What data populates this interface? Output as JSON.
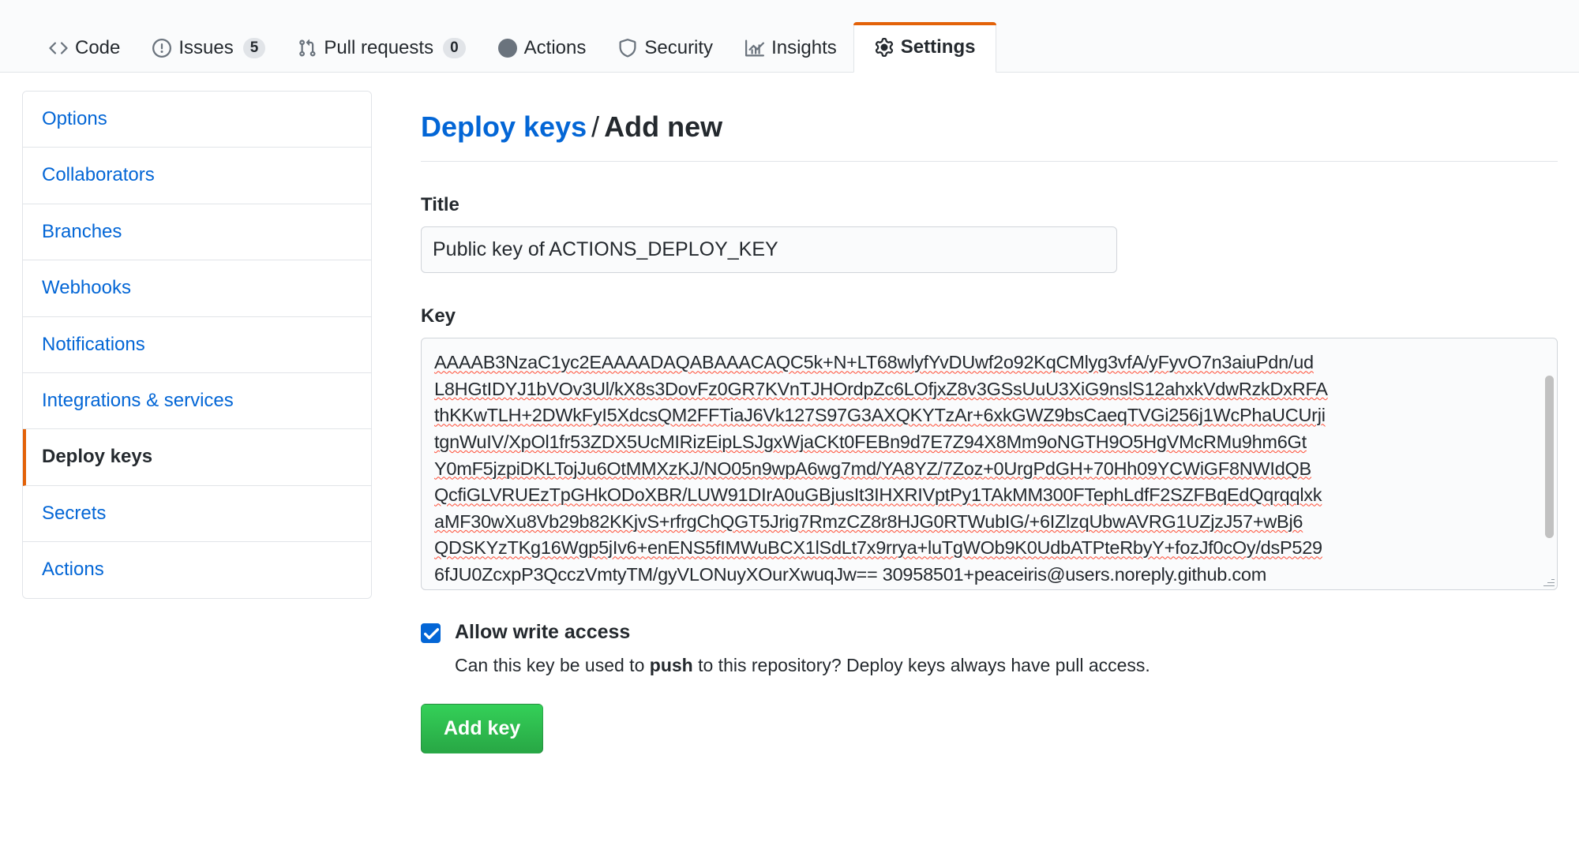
{
  "repo_nav": {
    "tabs": [
      {
        "label": "Code",
        "icon": "code-icon",
        "count": null,
        "selected": false
      },
      {
        "label": "Issues",
        "icon": "issue-opened-icon",
        "count": "5",
        "selected": false
      },
      {
        "label": "Pull requests",
        "icon": "git-pull-request-icon",
        "count": "0",
        "selected": false
      },
      {
        "label": "Actions",
        "icon": "play-icon",
        "count": null,
        "selected": false
      },
      {
        "label": "Security",
        "icon": "shield-icon",
        "count": null,
        "selected": false
      },
      {
        "label": "Insights",
        "icon": "graph-icon",
        "count": null,
        "selected": false
      },
      {
        "label": "Settings",
        "icon": "gear-icon",
        "count": null,
        "selected": true
      }
    ]
  },
  "sidebar": {
    "items": [
      {
        "label": "Options",
        "selected": false
      },
      {
        "label": "Collaborators",
        "selected": false
      },
      {
        "label": "Branches",
        "selected": false
      },
      {
        "label": "Webhooks",
        "selected": false
      },
      {
        "label": "Notifications",
        "selected": false
      },
      {
        "label": "Integrations & services",
        "selected": false
      },
      {
        "label": "Deploy keys",
        "selected": true
      },
      {
        "label": "Secrets",
        "selected": false
      },
      {
        "label": "Actions",
        "selected": false
      }
    ]
  },
  "main": {
    "breadcrumb_link": "Deploy keys",
    "breadcrumb_separator": "/",
    "breadcrumb_current": "Add new",
    "title_label": "Title",
    "title_value": "Public key of ACTIONS_DEPLOY_KEY",
    "title_placeholder": "",
    "key_label": "Key",
    "key_lines": [
      "AAAAB3NzaC1yc2EAAAADAQABAAACAQC5k+N+LT68wlyfYvDUwf2o92KqCMlyg3vfA/yFyvO7n3aiuPdn/ud",
      "L8HGtIDYJ1bVOv3Ul/kX8s3DovFz0GR7KVnTJHOrdpZc6LOfjxZ8v3GSsUuU3XiG9nslS12ahxkVdwRzkDxRFA",
      "thKKwTLH+2DWkFyI5XdcsQM2FFTiaJ6Vk127S97G3AXQKYTzAr+6xkGWZ9bsCaeqTVGi256j1WcPhaUCUrji",
      "tgnWuIV/XpOl1fr53ZDX5UcMIRizEipLSJgxWjaCKt0FEBn9d7E7Z94X8Mm9oNGTH9O5HgVMcRMu9hm6Gt",
      "Y0mF5jzpiDKLTojJu6OtMMXzKJ/NO05n9wpA6wg7md/YA8YZ/7Zoz+0UrgPdGH+70Hh09YCWiGF8NWIdQB",
      "QcfiGLVRUEzTpGHkODoXBR/LUW91DIrA0uGBjusIt3IHXRIVptPy1TAkMM300FTephLdfF2SZFBqEdQqrqqlxk",
      "aMF30wXu8Vb29b82KKjvS+rfrgChQGT5Jrig7RmzCZ8r8HJG0RTWubIG/+6IZlzqUbwAVRG1UZjzJ57+wBj6",
      "QDSKYzTKg16Wgp5jIv6+enENS5fIMWuBCX1lSdLt7x9rrya+luTgWOb9K0UdbATPteRbyY+fozJf0cOy/dsP529",
      "6fJU0ZcxpP3QcczVmtyTM/gyVLONuyXOurXwuqJw== 30958501+peaceiris@users.noreply.github.com"
    ],
    "allow_write_label": "Allow write access",
    "allow_write_checked": true,
    "allow_write_note_before": "Can this key be used to ",
    "allow_write_note_bold": "push",
    "allow_write_note_after": " to this repository? Deploy keys always have pull access.",
    "submit_label": "Add key"
  },
  "colors": {
    "link": "#0366d6",
    "accent_orange": "#e36209",
    "button_green": "#28a745",
    "border": "#e1e4e8",
    "text": "#24292e",
    "spellcheck_red": "#ff4b33"
  }
}
